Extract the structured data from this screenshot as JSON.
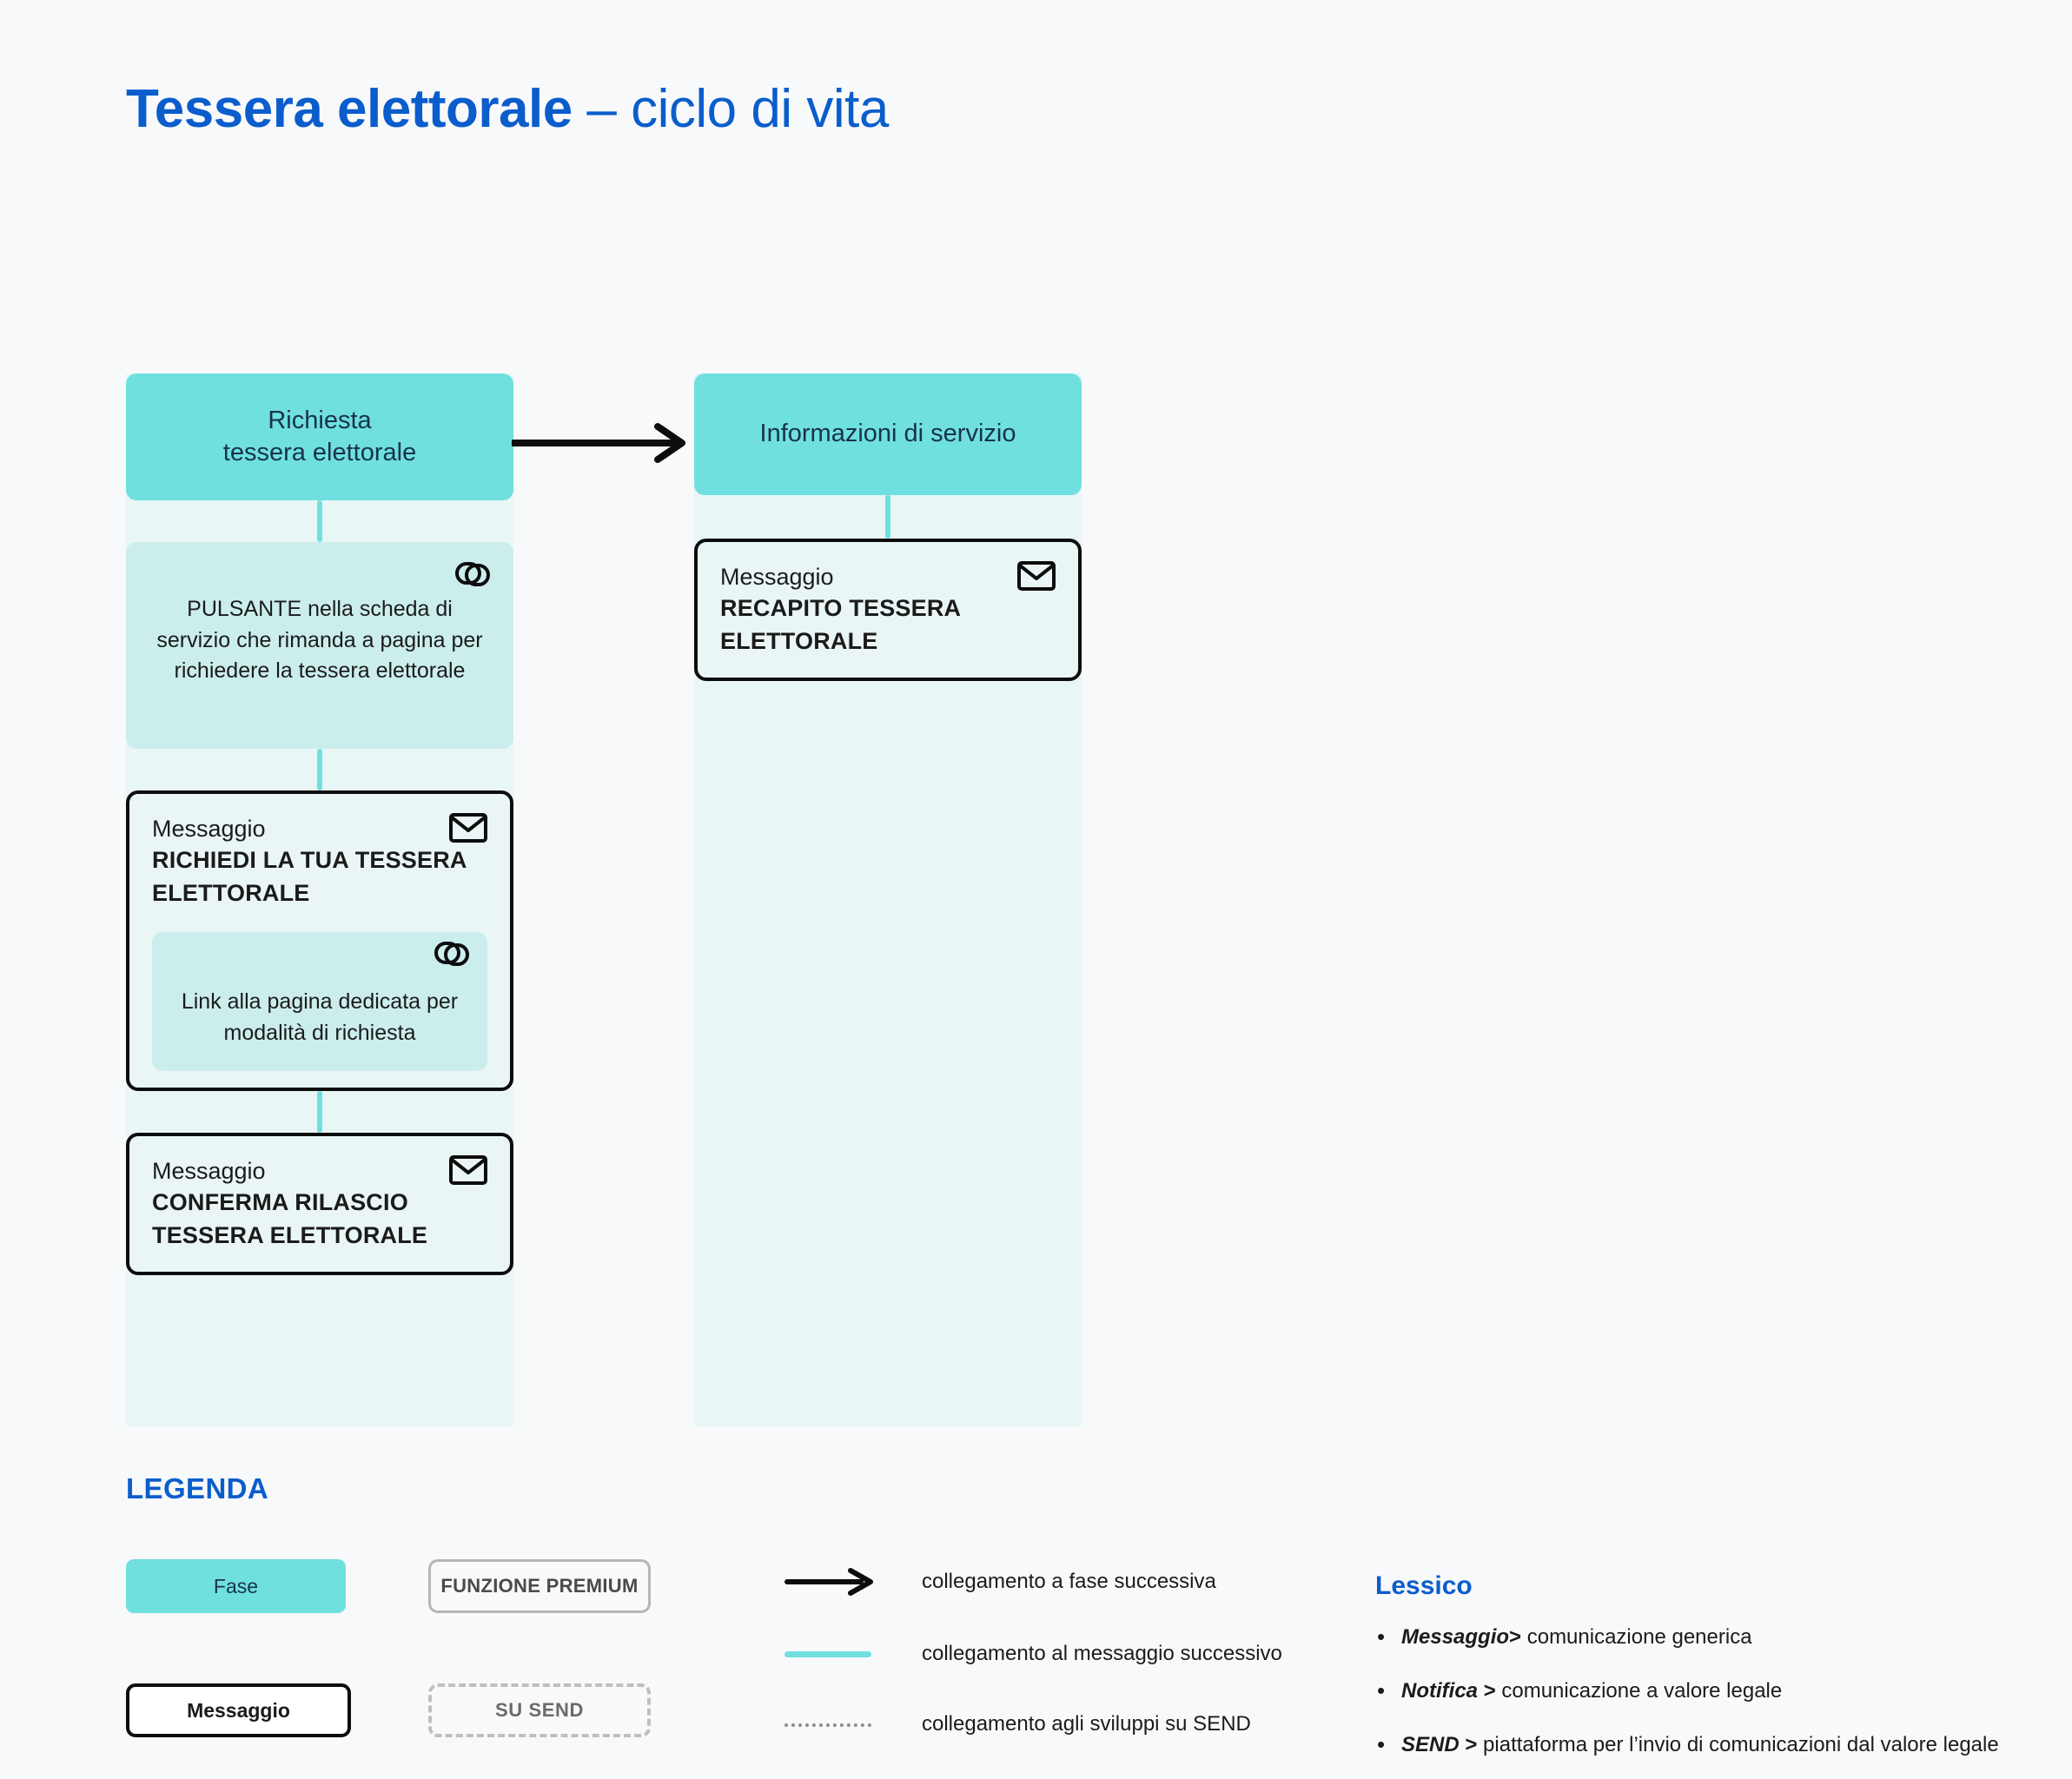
{
  "title": {
    "strong": "Tessera elettorale",
    "light": " – ciclo di vita"
  },
  "flow": {
    "columns": [
      {
        "phase": "Richiesta\ntessera elettorale",
        "phase_line1": "Richiesta",
        "phase_line2": "tessera elettorale",
        "nodes": [
          {
            "kind": "info",
            "icon": "link-icon",
            "text": "PULSANTE nella scheda di servizio che rimanda a pagina per richiedere la tessera elettorale"
          },
          {
            "kind": "message",
            "icon": "mail-icon",
            "label": "Messaggio",
            "title": "RICHIEDI LA TUA TESSERA ELETTORALE",
            "nested": {
              "icon": "link-icon",
              "text": "Link alla pagina dedicata per modalità di richiesta"
            }
          },
          {
            "kind": "message",
            "icon": "mail-icon",
            "label": "Messaggio",
            "title": "CONFERMA RILASCIO TESSERA ELETTORALE"
          }
        ]
      },
      {
        "phase": "Informazioni di servizio",
        "phase_line1": "Informazioni di servizio",
        "phase_line2": "",
        "nodes": [
          {
            "kind": "message",
            "icon": "mail-icon",
            "label": "Messaggio",
            "title": "RECAPITO TESSERA ELETTORALE"
          }
        ]
      }
    ]
  },
  "legend": {
    "heading": "LEGENDA",
    "chips": {
      "fase": "Fase",
      "messaggio": "Messaggio",
      "premium": "FUNZIONE PREMIUM",
      "su_send": "SU SEND"
    },
    "lines": [
      {
        "style": "arrow",
        "label": "collegamento a fase successiva"
      },
      {
        "style": "teal",
        "label": "collegamento al messaggio successivo"
      },
      {
        "style": "dotted",
        "label": "collegamento agli sviluppi su SEND"
      }
    ]
  },
  "lessico": {
    "heading": "Lessico",
    "items": [
      {
        "term": "Messaggio",
        "sep": ">",
        "definition": " comunicazione generica"
      },
      {
        "term": "Notifica",
        "sep": ">",
        "definition": " comunicazione a valore legale"
      },
      {
        "term": "SEND",
        "sep": ">",
        "definition": " piattaforma per  l’invio di comunicazioni dal valore legale"
      }
    ]
  },
  "colors": {
    "brand_blue": "#0B5DCC",
    "teal": "#6FE0DF",
    "teal_light": "#CBEEEC",
    "column_bg": "#E9F6F6",
    "page_bg": "#F8F9FA",
    "ink": "#1B1B1B"
  }
}
